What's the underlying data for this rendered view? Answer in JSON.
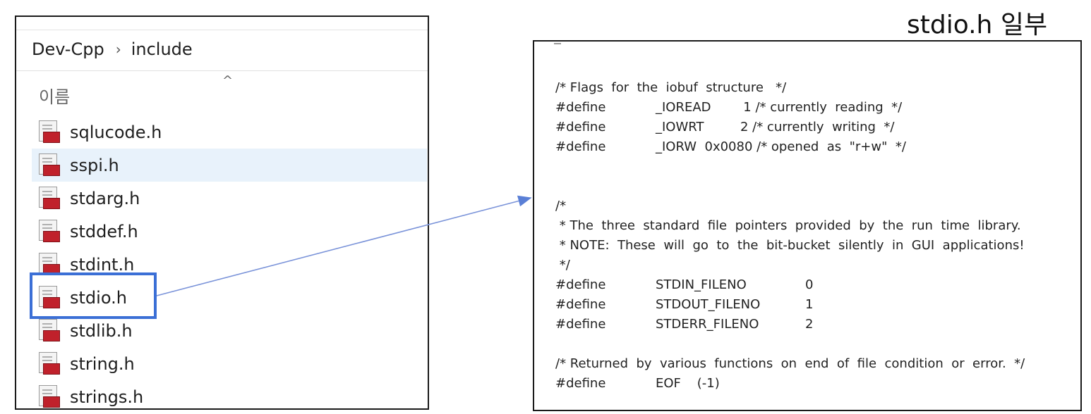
{
  "explorer": {
    "breadcrumb": [
      "Dev-Cpp",
      "include"
    ],
    "breadcrumb_separator": "›",
    "sort_indicator": "^",
    "column_header": "이름",
    "files": [
      {
        "name": "sqlucode.h"
      },
      {
        "name": "sspi.h"
      },
      {
        "name": "stdarg.h"
      },
      {
        "name": "stddef.h"
      },
      {
        "name": "stdint.h"
      },
      {
        "name": "stdio.h"
      },
      {
        "name": "stdlib.h"
      },
      {
        "name": "string.h"
      },
      {
        "name": "strings.h"
      }
    ],
    "hovered_file": "sspi.h",
    "highlighted_file": "stdio.h",
    "icon": "c-header-file-icon"
  },
  "caption": "stdio.h 일부",
  "code": {
    "lines": [
      {
        "text": "/* Flags  for  the  iobuf  structure   */"
      },
      {
        "a": "#define",
        "b": "_IOREAD        1 /* currently  reading  */"
      },
      {
        "a": "#define",
        "b": "_IOWRT         2 /* currently  writing  */"
      },
      {
        "a": "#define",
        "b": "_IORW  0x0080 /* opened  as  \"r+w\"  */"
      },
      {
        "text": ""
      },
      {
        "text": ""
      },
      {
        "text": "/*"
      },
      {
        "text": " * The  three  standard  file  pointers  provided  by  the  run  time  library."
      },
      {
        "text": " * NOTE:  These  will  go  to  the  bit-bucket  silently  in  GUI  applications!"
      },
      {
        "text": " */"
      },
      {
        "a": "#define",
        "b": "STDIN_FILENO",
        "c": "0"
      },
      {
        "a": "#define",
        "b": "STDOUT_FILENO",
        "c": "1"
      },
      {
        "a": "#define",
        "b": "STDERR_FILENO",
        "c": "2"
      },
      {
        "text": ""
      },
      {
        "text": "/* Returned  by  various  functions  on  end  of  file  condition  or  error.  */"
      },
      {
        "a": "#define",
        "b": "EOF    (-1)"
      }
    ]
  },
  "colors": {
    "highlight": "#3b6fd6",
    "hover_row": "#e8f2fb",
    "icon_badge": "#c0212b",
    "connector": "#7a93d9"
  }
}
